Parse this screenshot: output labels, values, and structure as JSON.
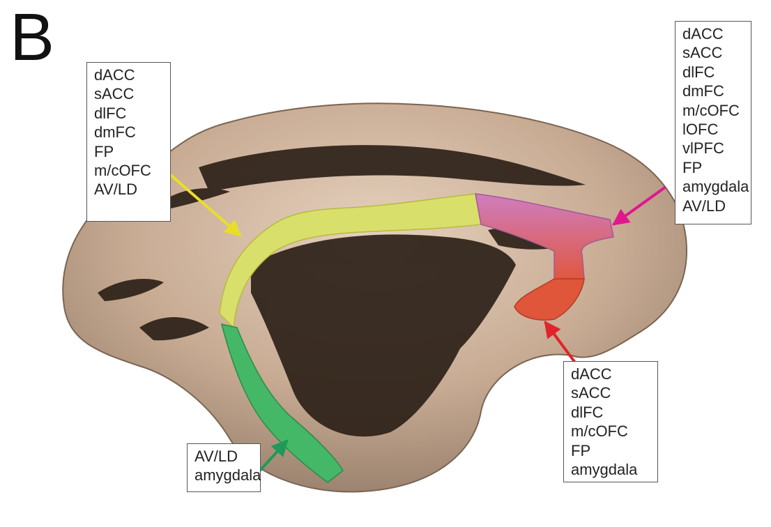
{
  "panel_label": "B",
  "colors": {
    "cortex": "#c8ab93",
    "sulcus": "#2d2118",
    "yellow_region": "#d8df6a",
    "magenta_region": "#cf7dc0",
    "red_region": "#e0563a",
    "green_region": "#44b866",
    "yellow_arrow": "#e8de2a",
    "magenta_arrow": "#e0178f",
    "red_arrow": "#e0242a",
    "green_arrow": "#1f9a5a"
  },
  "label_boxes": {
    "yellow": {
      "items": [
        "dACC",
        "sACC",
        "dlFC",
        "dmFC",
        "FP",
        "m/cOFC",
        "AV/LD"
      ]
    },
    "magenta": {
      "items": [
        "dACC",
        "sACC",
        "dlFC",
        "dmFC",
        "m/cOFC",
        "lOFC",
        "vlPFC",
        "FP",
        "amygdala",
        "AV/LD"
      ]
    },
    "red": {
      "items": [
        "dACC",
        "sACC",
        "dlFC",
        "m/cOFC",
        "FP",
        "amygdala"
      ]
    },
    "green": {
      "items": [
        "AV/LD",
        "amygdala"
      ]
    }
  }
}
